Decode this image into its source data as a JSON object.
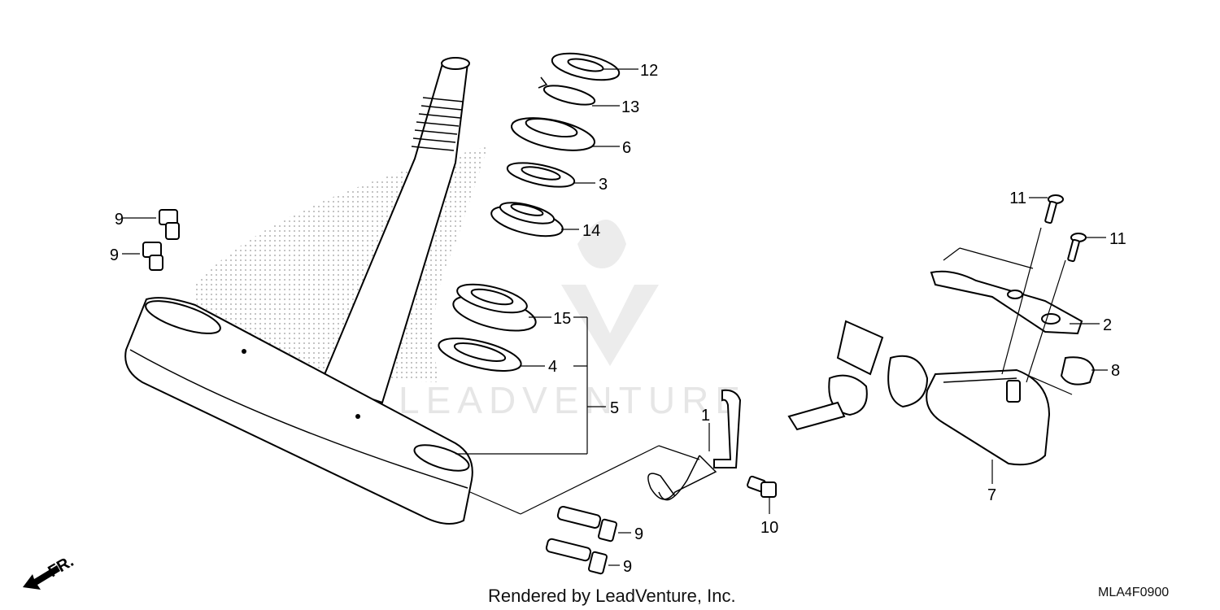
{
  "diagram": {
    "callouts": [
      {
        "id": "c1",
        "text": "1"
      },
      {
        "id": "c2",
        "text": "2"
      },
      {
        "id": "c3",
        "text": "3"
      },
      {
        "id": "c4",
        "text": "4"
      },
      {
        "id": "c5",
        "text": "5"
      },
      {
        "id": "c6",
        "text": "6"
      },
      {
        "id": "c7",
        "text": "7"
      },
      {
        "id": "c8",
        "text": "8"
      },
      {
        "id": "c9a",
        "text": "9"
      },
      {
        "id": "c9b",
        "text": "9"
      },
      {
        "id": "c9c",
        "text": "9"
      },
      {
        "id": "c9d",
        "text": "9"
      },
      {
        "id": "c10",
        "text": "10"
      },
      {
        "id": "c11a",
        "text": "11"
      },
      {
        "id": "c11b",
        "text": "11"
      },
      {
        "id": "c12",
        "text": "12"
      },
      {
        "id": "c13",
        "text": "13"
      },
      {
        "id": "c14",
        "text": "14"
      },
      {
        "id": "c15",
        "text": "15"
      }
    ],
    "direction_label": "FR.",
    "footer": "Rendered by LeadVenture, Inc.",
    "diagram_code": "MLA4F0900",
    "watermark": "LEADVENTURE"
  }
}
